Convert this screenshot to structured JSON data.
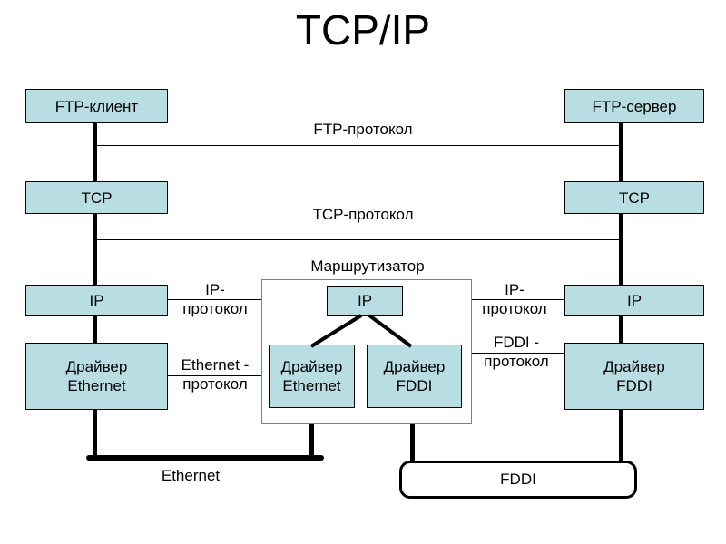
{
  "title": "TCP/IP",
  "colors": {
    "box_fill": "#b8dde2",
    "box_border": "#000000"
  },
  "nodes": {
    "ftp_client": "FTP-клиент",
    "ftp_server": "FTP-сервер",
    "tcp_left": "TCP",
    "tcp_right": "TCP",
    "ip_left": "IP",
    "ip_right": "IP",
    "driver_ethernet_left": "Драйвер Ethernet",
    "driver_fddi_right": "Драйвер FDDI",
    "router": {
      "label": "Маршрутизатор",
      "ip": "IP",
      "driver_ethernet": "Драйвер Ethernet",
      "driver_fddi": "Драйвер FDDI"
    }
  },
  "links": {
    "ftp_protocol": "FTP-протокол",
    "tcp_protocol": "TCP-протокол",
    "ip_protocol_left": "IP-протокол",
    "ip_protocol_right": "IP-протокол",
    "ethernet_protocol": "Ethernet - протокол",
    "fddi_protocol": "FDDI - протокол"
  },
  "networks": {
    "ethernet": "Ethernet",
    "fddi": "FDDI"
  }
}
